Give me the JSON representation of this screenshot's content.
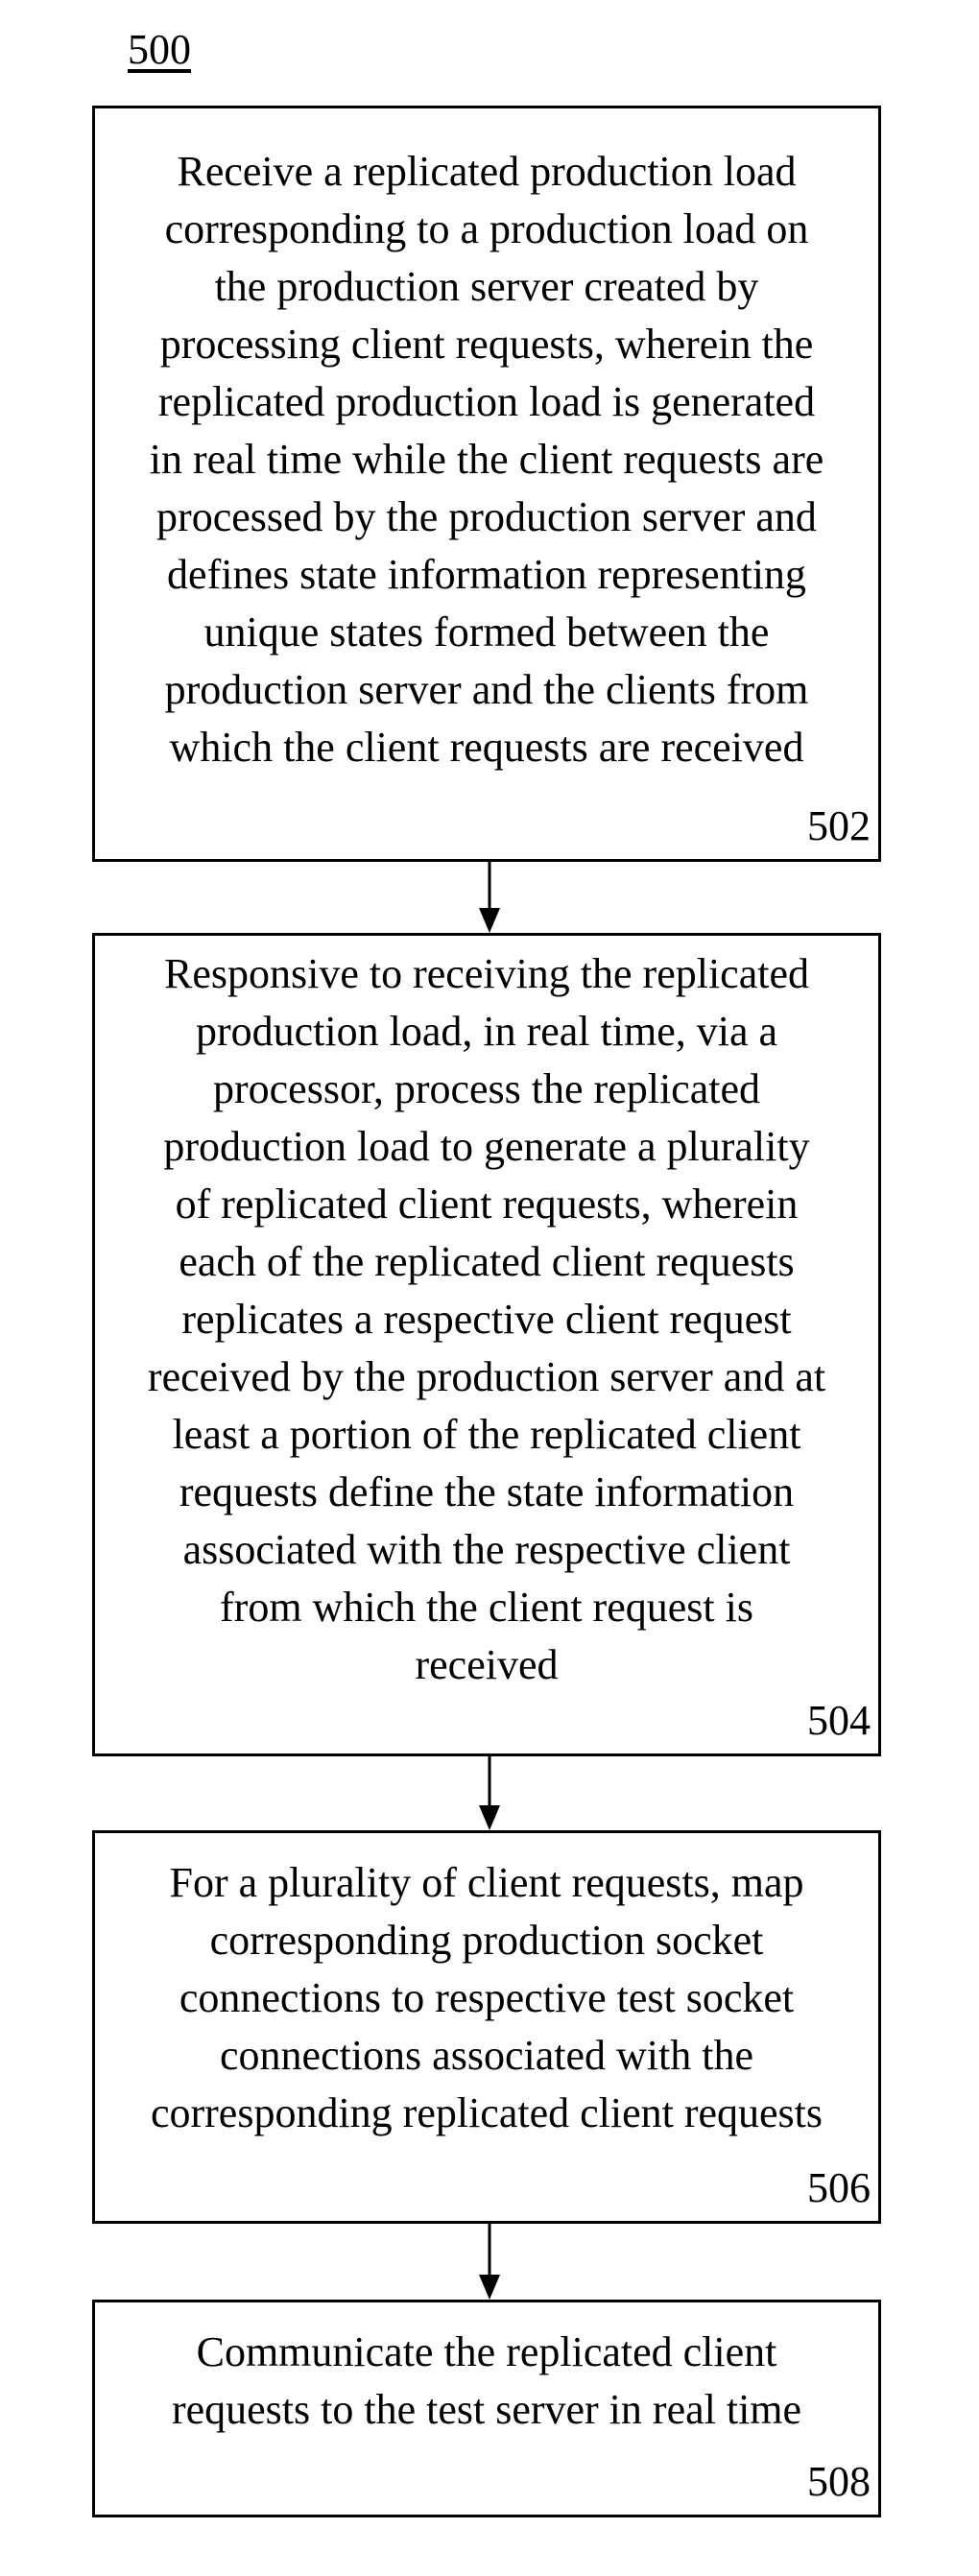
{
  "figure": {
    "number": "500"
  },
  "steps": [
    {
      "text": "Receive a replicated production load\ncorresponding to a production load on\nthe production server created by\nprocessing client requests, wherein the\nreplicated production load is generated\nin real time while the client requests are\nprocessed by the production server and\ndefines state information representing\nunique states formed between the\nproduction server and the clients from\nwhich the client requests are received",
      "number": "502"
    },
    {
      "text": "Responsive to receiving the replicated\nproduction load, in real time, via a\nprocessor, process the replicated\nproduction load to generate a plurality\nof replicated client requests, wherein\neach of the replicated client requests\nreplicates a respective client request\nreceived by the production server and at\nleast a portion of the replicated client\nrequests define the state information\nassociated with the respective client\nfrom which the client request is\nreceived",
      "number": "504"
    },
    {
      "text": "For a plurality of client requests, map\ncorresponding production socket\nconnections to respective test socket\nconnections associated with the\ncorresponding replicated client requests",
      "number": "506"
    },
    {
      "text": "Communicate the replicated client\nrequests to the test server in real time",
      "number": "508"
    }
  ]
}
